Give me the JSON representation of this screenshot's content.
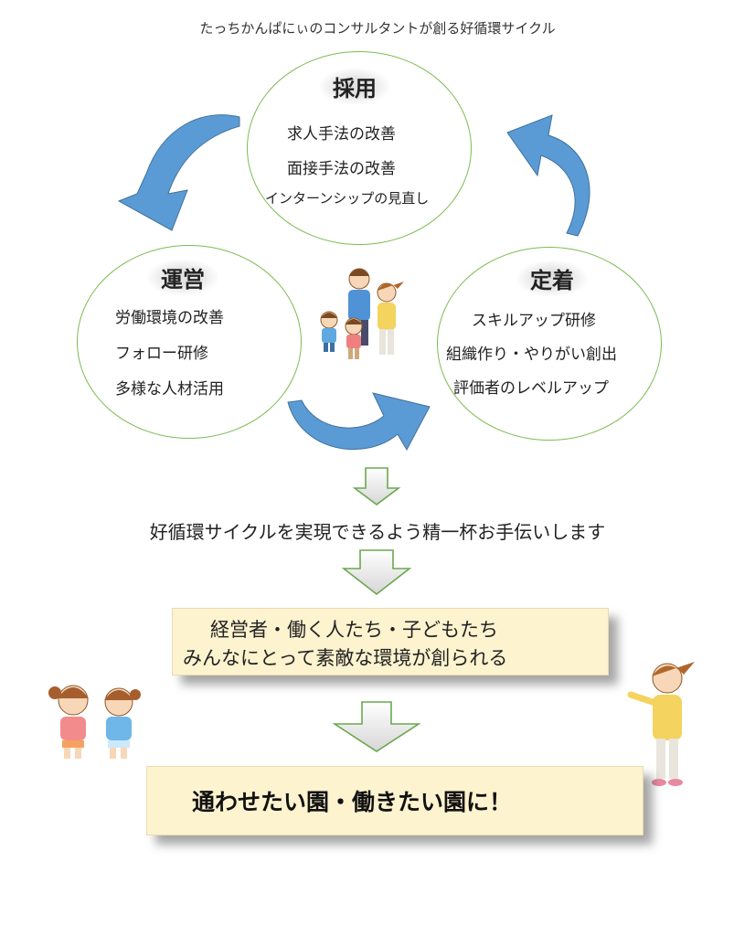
{
  "header": {
    "subtitle": "たっちかんぱにぃのコンサルタントが創る好循環サイクル"
  },
  "cycle": {
    "recruit": {
      "title": "採用",
      "items": [
        "求人手法の改善",
        "面接手法の改善",
        "インターンシップの見直し"
      ]
    },
    "operation": {
      "title": "運営",
      "items": [
        "労働環境の改善",
        "フォロー研修",
        "多様な人材活用"
      ]
    },
    "retention": {
      "title": "定着",
      "items": [
        "スキルアップ研修",
        "組織作り・やりがい創出",
        "評価者のレベルアップ"
      ]
    }
  },
  "flow": {
    "message": "好循環サイクルを実現できるよう精一杯お手伝いします",
    "result_line1": "経営者・働く人たち・子どもたち",
    "result_line2": "みんなにとって素敵な環境が創られる",
    "goal": "通わせたい園・働きたい園に！"
  },
  "colors": {
    "circle_border": "#7dbb52",
    "cycle_arrow": "#5b9bd5",
    "box_fill": "#fdf3cf",
    "down_arrow": "#6aa84f"
  }
}
